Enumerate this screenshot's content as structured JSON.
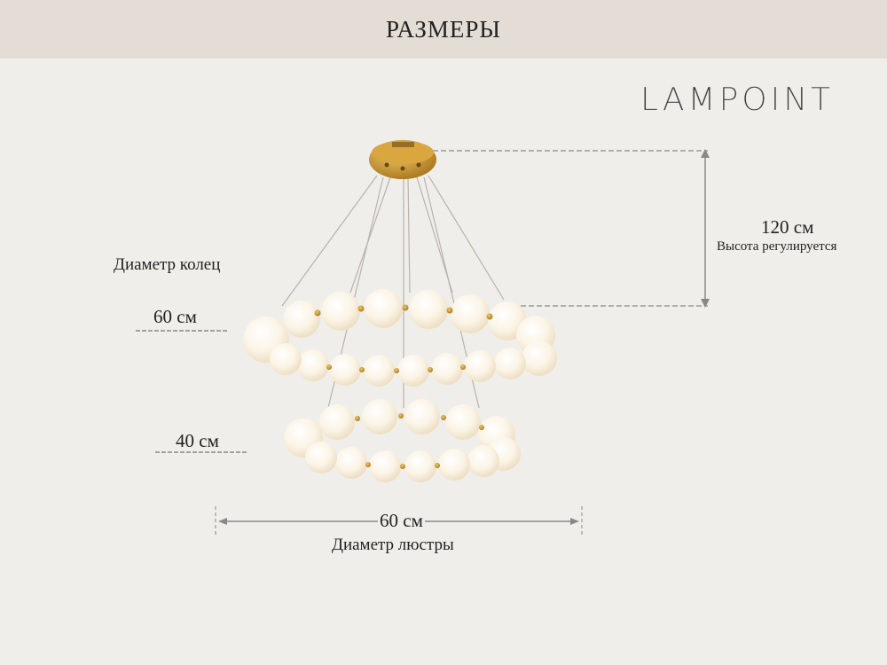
{
  "header": {
    "title": "РАЗМЕРЫ"
  },
  "brand": {
    "name": "LAMPOINT"
  },
  "labels": {
    "ring_diameter": "Диаметр колец",
    "ring_large": "60 см",
    "ring_small": "40 см",
    "height_value": "120 см",
    "height_note": "Высота регулируется",
    "width_value": "60 см",
    "width_caption": "Диаметр люстры"
  },
  "colors": {
    "background": "#efeeea",
    "header_bg": "#e3ddd6",
    "gold": "#c9952c",
    "bead": "#fbf5ea",
    "dimension_line": "#8a8a8a"
  }
}
